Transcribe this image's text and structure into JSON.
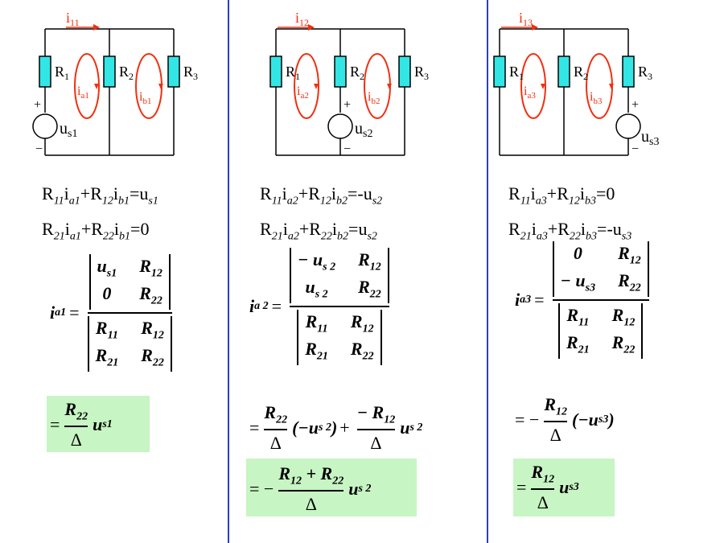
{
  "colors": {
    "divider": "#2b3fc4",
    "loop": "#f03010",
    "resistor": "#33e6e6",
    "highlight": "#c7f5c3"
  },
  "columns": [
    {
      "circuit": {
        "current_top": "i",
        "current_top_sub": "11",
        "loop_a": "i",
        "loop_a_sub": "a1",
        "loop_b": "i",
        "loop_b_sub": "b1",
        "r1": "R",
        "r1_sub": "1",
        "r2": "R",
        "r2_sub": "2",
        "r3": "R",
        "r3_sub": "3",
        "source": "u",
        "source_sub": "s1",
        "plus": "+",
        "minus": "−"
      },
      "eq1": {
        "parts": [
          "R",
          "11",
          "i",
          "a1",
          "+R",
          "12",
          "i",
          "b1",
          "=u",
          "s1"
        ]
      },
      "eq2": {
        "parts": [
          "R",
          "21",
          "i",
          "a1",
          "+R",
          "22",
          "i",
          "b1",
          "=0",
          ""
        ]
      },
      "lhs": "i",
      "lhs_sub": "a1",
      "num_det": [
        [
          "u",
          "s1"
        ],
        [
          "R",
          "12"
        ],
        [
          "0",
          ""
        ],
        [
          "R",
          "22"
        ]
      ],
      "den_det": [
        [
          "R",
          "11"
        ],
        [
          "R",
          "12"
        ],
        [
          "R",
          "21"
        ],
        [
          "R",
          "22"
        ]
      ],
      "result": {
        "prefix": "=",
        "num": "R",
        "num_sub": "22",
        "den": "Δ",
        "tail": "u",
        "tail_sub": "s1"
      }
    },
    {
      "circuit": {
        "current_top": "i",
        "current_top_sub": "12",
        "loop_a": "i",
        "loop_a_sub": "a2",
        "loop_b": "i",
        "loop_b_sub": "b2",
        "r1": "R",
        "r1_sub": "1",
        "r2": "R",
        "r2_sub": "2",
        "r3": "R",
        "r3_sub": "3",
        "source": "u",
        "source_sub": "s2",
        "plus": "+",
        "minus": "−"
      },
      "eq1": {
        "parts": [
          "R",
          "11",
          "i",
          "a2",
          "+R",
          "12",
          "i",
          "b2",
          "=-u",
          "s2"
        ]
      },
      "eq2": {
        "parts": [
          "R",
          "21",
          "i",
          "a2",
          "+R",
          "22",
          "i",
          "b2",
          "=u",
          "s2"
        ]
      },
      "lhs": "i",
      "lhs_sub": "a 2",
      "num_det": [
        [
          "− u",
          "s 2"
        ],
        [
          "R",
          "12"
        ],
        [
          "u",
          "s 2"
        ],
        [
          "R",
          "22"
        ]
      ],
      "den_det": [
        [
          "R",
          "11"
        ],
        [
          "R",
          "12"
        ],
        [
          "R",
          "21"
        ],
        [
          "R",
          "22"
        ]
      ],
      "line1": {
        "a_num": "R",
        "a_num_sub": "22",
        "a_den": "Δ",
        "a_tail": "(−u",
        "a_tail_sub": "s 2",
        "a_close": ")",
        "plus": "+",
        "b_num": "− R",
        "b_num_sub": "12",
        "b_den": "Δ",
        "b_tail": "u",
        "b_tail_sub": "s 2"
      },
      "result": {
        "prefix": "= −",
        "num": "R",
        "num_sub": "12",
        "num_mid": "+ R",
        "num_sub2": "22",
        "den": "Δ",
        "tail": "u",
        "tail_sub": "s 2"
      }
    },
    {
      "circuit": {
        "current_top": "i",
        "current_top_sub": "13",
        "loop_a": "i",
        "loop_a_sub": "a3",
        "loop_b": "i",
        "loop_b_sub": "b3",
        "r1": "R",
        "r1_sub": "1",
        "r2": "R",
        "r2_sub": "2",
        "r3": "R",
        "r3_sub": "3",
        "source": "u",
        "source_sub": "s3",
        "plus": "+",
        "minus": "−"
      },
      "eq1": {
        "parts": [
          "R",
          "11",
          "i",
          "a3",
          "+R",
          "12",
          "i",
          "b3",
          "=0",
          ""
        ]
      },
      "eq2": {
        "parts": [
          "R",
          "21",
          "i",
          "a3",
          "+R",
          "22",
          "i",
          "b3",
          "=-u",
          "s3"
        ]
      },
      "lhs": "i",
      "lhs_sub": "a3",
      "num_det": [
        [
          "0",
          ""
        ],
        [
          "R",
          "12"
        ],
        [
          "− u",
          "s3"
        ],
        [
          "R",
          "22"
        ]
      ],
      "den_det": [
        [
          "R",
          "11"
        ],
        [
          "R",
          "12"
        ],
        [
          "R",
          "21"
        ],
        [
          "R",
          "22"
        ]
      ],
      "line1": {
        "prefix": "= −",
        "num": "R",
        "num_sub": "12",
        "den": "Δ",
        "tail": "(−u",
        "tail_sub": "s3",
        "close": ")"
      },
      "result": {
        "prefix": "=",
        "num": "R",
        "num_sub": "12",
        "den": "Δ",
        "tail": "u",
        "tail_sub": "s3"
      }
    }
  ]
}
